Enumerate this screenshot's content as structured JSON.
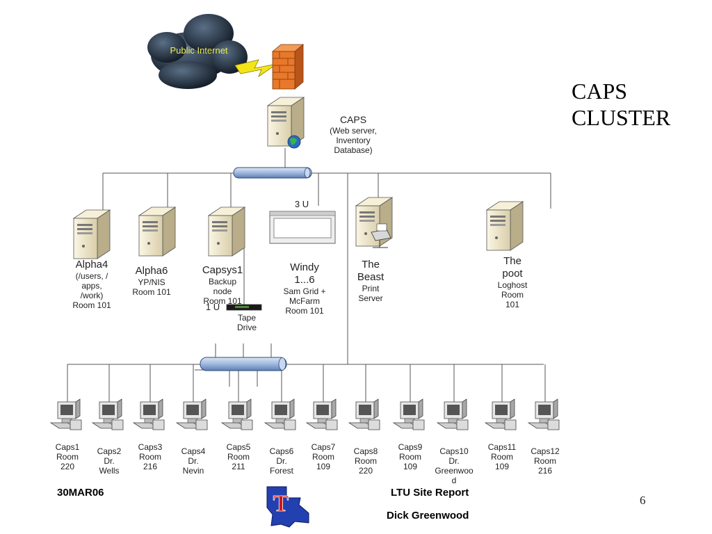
{
  "title": [
    "CAPS",
    "CLUSTER"
  ],
  "cloud_label": "Public Internet",
  "caps_server": {
    "name": "CAPS",
    "desc": [
      "(Web server,",
      "Inventory",
      "Database)"
    ]
  },
  "servers": [
    {
      "id": "alpha4",
      "name": "Alpha4",
      "desc": [
        "(/users, /",
        "apps,",
        "/work)",
        "Room 101"
      ]
    },
    {
      "id": "alpha6",
      "name": "Alpha6",
      "desc": [
        "YP/NIS",
        "Room 101"
      ]
    },
    {
      "id": "capsys1",
      "name": "Capsys1",
      "desc": [
        "Backup",
        "node",
        "Room 101"
      ]
    },
    {
      "id": "windy",
      "name": "Windy",
      "name2": "1...6",
      "desc": [
        "Sam Grid +",
        "McFarm",
        "Room 101"
      ]
    },
    {
      "id": "beast",
      "name": "The",
      "name2": "Beast",
      "desc": [
        "Print",
        "Server"
      ]
    },
    {
      "id": "poot",
      "name": "The",
      "name2": "poot",
      "desc": [
        "Loghost",
        "Room",
        "101"
      ]
    }
  ],
  "rack_labels": {
    "windy_rack": "3 U",
    "tape_rack": "1 U",
    "tape": [
      "Tape",
      "Drive"
    ]
  },
  "workstations": [
    {
      "lines": [
        "Caps1",
        "Room",
        "220"
      ]
    },
    {
      "lines": [
        "Caps2",
        "Dr.",
        "Wells"
      ]
    },
    {
      "lines": [
        "Caps3",
        "Room",
        "216"
      ]
    },
    {
      "lines": [
        "Caps4",
        "Dr.",
        "Nevin"
      ]
    },
    {
      "lines": [
        "Caps5",
        "Room",
        "211"
      ]
    },
    {
      "lines": [
        "Caps6",
        "Dr.",
        "Forest"
      ]
    },
    {
      "lines": [
        "Caps7",
        "Room",
        "109"
      ]
    },
    {
      "lines": [
        "Caps8",
        "Room",
        "220"
      ]
    },
    {
      "lines": [
        "Caps9",
        "Room",
        "109"
      ]
    },
    {
      "lines": [
        "Caps10",
        "Dr.",
        "Greenwoo",
        "d"
      ]
    },
    {
      "lines": [
        "Caps11",
        "Room",
        "109"
      ]
    },
    {
      "lines": [
        "Caps12",
        "Room",
        "216"
      ]
    }
  ],
  "footer": {
    "date": "30MAR06",
    "report": "LTU Site Report",
    "author": "Dick Greenwood",
    "page": "6",
    "logo_letter": "T"
  },
  "colors": {
    "server_body": "#efe6c9",
    "server_shadow": "#b9ad8a",
    "hub": "#9fb8de",
    "firewall": "#e8782a",
    "lightning": "#f3e51a",
    "cloud": "#1d2a3a",
    "logo_blue": "#2340b0",
    "logo_red": "#d01818"
  }
}
